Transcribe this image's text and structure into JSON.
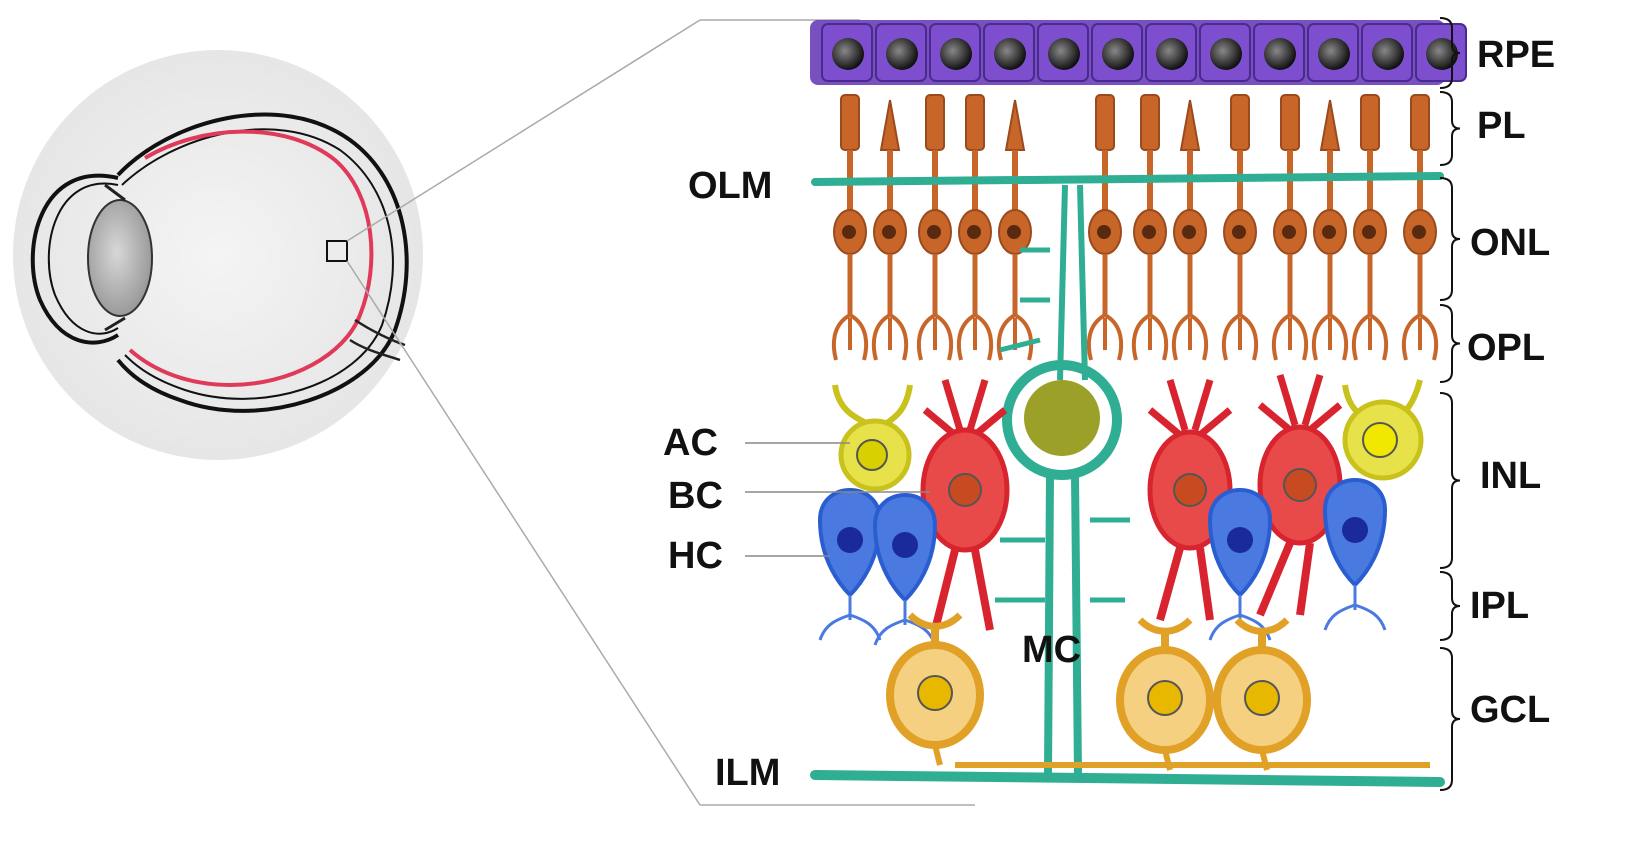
{
  "left_labels": {
    "olm": "OLM",
    "ac": "AC",
    "bc": "BC",
    "hc": "HC",
    "mc": "MC",
    "ilm": "ILM"
  },
  "layers": [
    {
      "id": "rpe",
      "label": "RPE"
    },
    {
      "id": "pl",
      "label": "PL"
    },
    {
      "id": "onl",
      "label": "ONL"
    },
    {
      "id": "opl",
      "label": "OPL"
    },
    {
      "id": "inl",
      "label": "INL"
    },
    {
      "id": "ipl",
      "label": "IPL"
    },
    {
      "id": "gcl",
      "label": "GCL"
    }
  ],
  "colors": {
    "rpe": "#6a3db8",
    "photoreceptor": "#c8662a",
    "muller": "#2fae93",
    "amacrine": "#c9c21c",
    "bipolar": "#d8242e",
    "horizontal": "#2a5ed0",
    "ganglion": "#e0a126",
    "retina_line": "#e03a5a"
  }
}
